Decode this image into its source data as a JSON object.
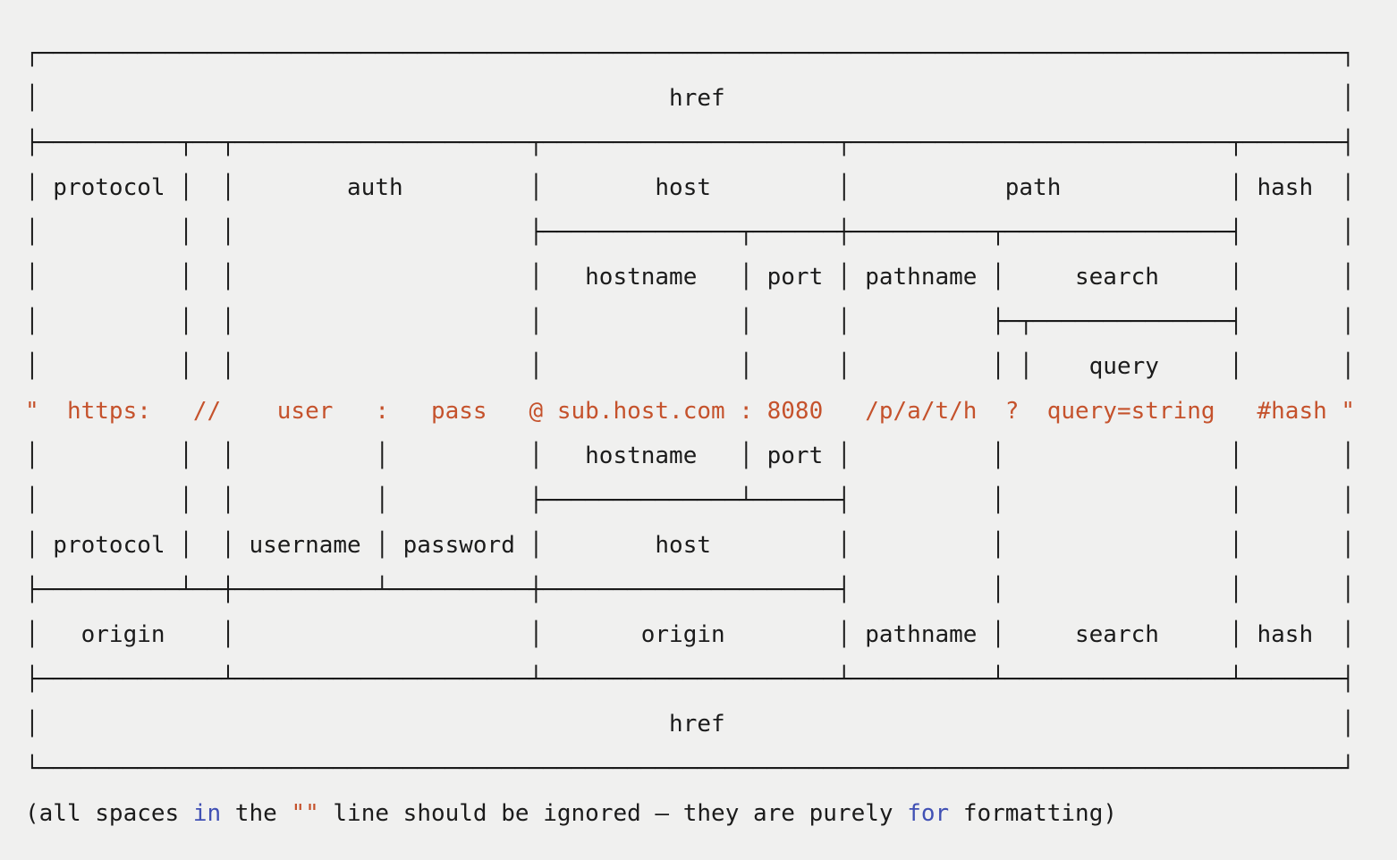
{
  "colors": {
    "background": "#f0f0ef",
    "ink": "#1b1b1b",
    "string_orange": "#c5522c",
    "keyword_blue": "#4050b4"
  },
  "diagram": {
    "labels_visible": [
      "href",
      "protocol",
      "auth",
      "host",
      "path",
      "hash",
      "hostname",
      "port",
      "pathname",
      "search",
      "query",
      "username",
      "password",
      "origin"
    ],
    "url_parts": {
      "protocol": "https:",
      "slashes": "//",
      "username": "user",
      "password": "pass",
      "hostname": "sub.host.com",
      "port": "8080",
      "pathname": "/p/a/t/h",
      "query": "query=string",
      "hash": "#hash"
    },
    "lines_above_url": [
      "┌─────────────────────────────────────────────────────────────────────────────────────────────┐",
      "│                                             href                                            │",
      "├──────────┬──┬─────────────────────┬─────────────────────┬───────────────────────────┬───────┤",
      "│ protocol │  │        auth         │        host         │           path            │ hash  │",
      "│          │  │                     ├──────────────┬──────┼──────────┬────────────────┤       │",
      "│          │  │                     │   hostname   │ port │ pathname │     search     │       │",
      "│          │  │                     │              │      │          ├─┬──────────────┤       │",
      "│          │  │                     │              │      │          │ │    query     │       │"
    ],
    "url_line": "\"  https:   //    user   :   pass   @ sub.host.com : 8080   /p/a/t/h  ?  query=string   #hash \"",
    "lines_below_url": [
      "│          │  │          │          │   hostname   │ port │          │                │       │",
      "│          │  │          │          ├──────────────┴──────┤          │                │       │",
      "│ protocol │  │ username │ password │        host         │          │                │       │",
      "├──────────┴──┼──────────┴──────────┼─────────────────────┤          │                │       │",
      "│   origin    │                     │       origin        │ pathname │     search     │ hash  │",
      "├─────────────┴─────────────────────┴─────────────────────┴──────────┴────────────────┴───────┤",
      "│                                             href                                            │",
      "└─────────────────────────────────────────────────────────────────────────────────────────────┘"
    ]
  },
  "caption": {
    "segments": [
      {
        "text": "(all spaces ",
        "color": "ink"
      },
      {
        "text": "in",
        "color": "keyword"
      },
      {
        "text": " the ",
        "color": "ink"
      },
      {
        "text": "\"\"",
        "color": "string"
      },
      {
        "text": " line should be ignored — they are purely ",
        "color": "ink"
      },
      {
        "text": "for",
        "color": "keyword"
      },
      {
        "text": " formatting)",
        "color": "ink"
      }
    ]
  }
}
